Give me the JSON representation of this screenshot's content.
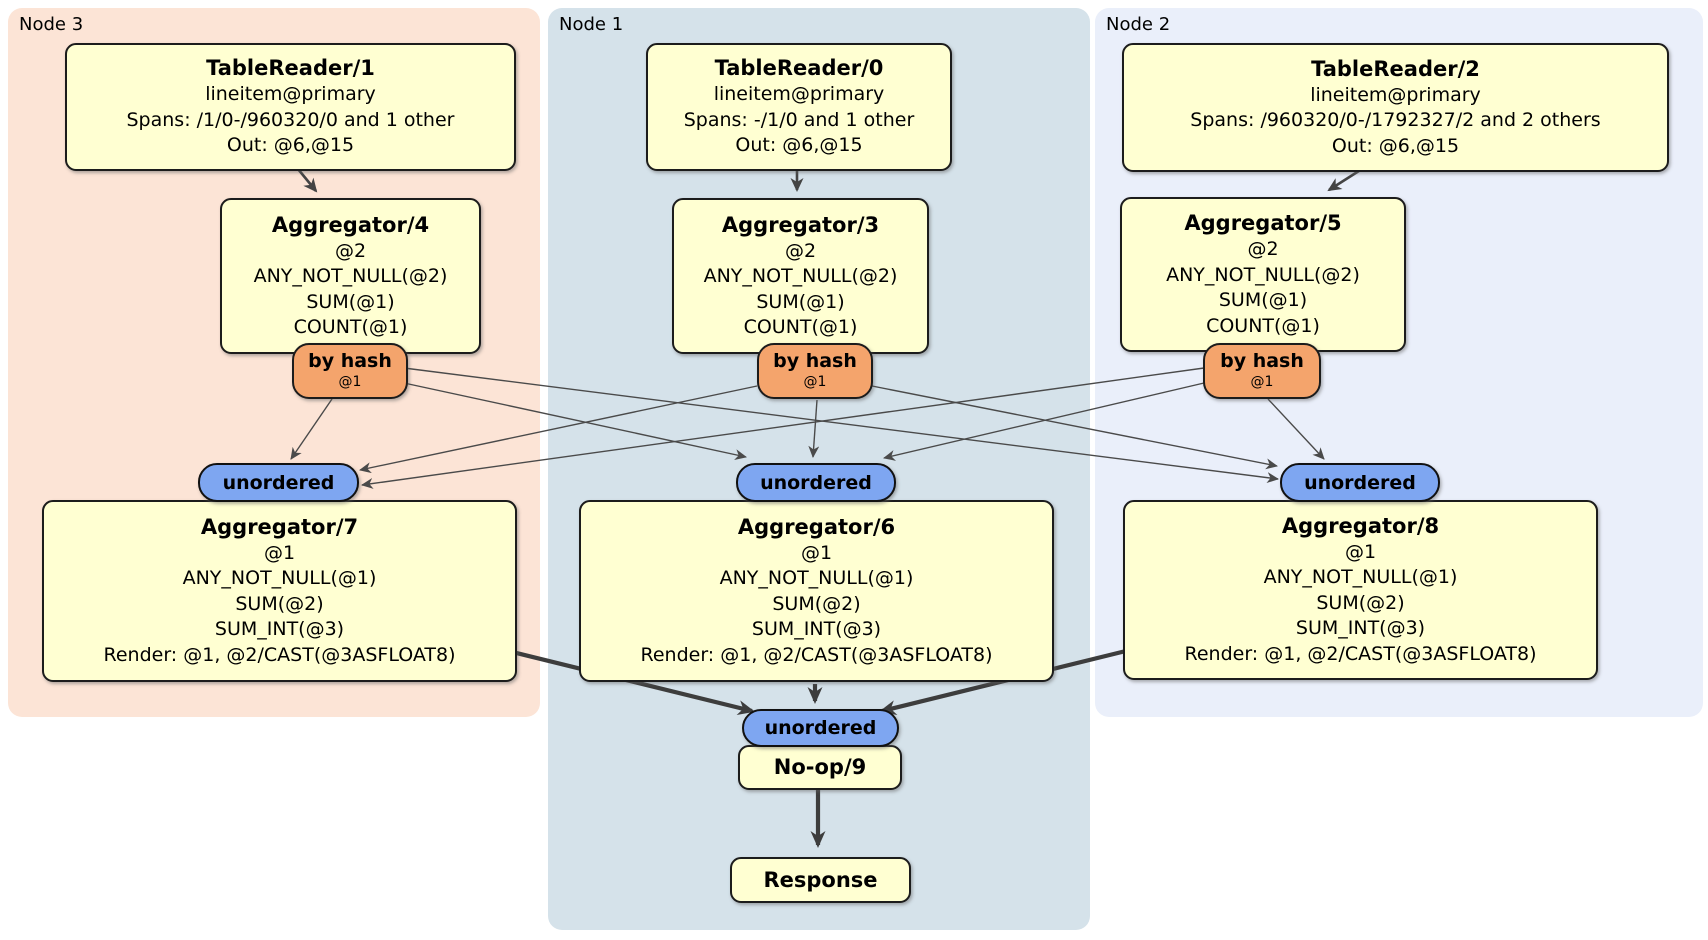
{
  "panels": [
    {
      "label": "Node 3"
    },
    {
      "label": "Node 1"
    },
    {
      "label": "Node 2"
    }
  ],
  "processors": {
    "tr1": {
      "title": "TableReader/1",
      "lines": [
        "lineitem@primary",
        "Spans: /1/0-/960320/0 and 1 other",
        "Out: @6,@15"
      ]
    },
    "tr0": {
      "title": "TableReader/0",
      "lines": [
        "lineitem@primary",
        "Spans: -/1/0 and 1 other",
        "Out: @6,@15"
      ]
    },
    "tr2": {
      "title": "TableReader/2",
      "lines": [
        "lineitem@primary",
        "Spans: /960320/0-/1792327/2 and 2 others",
        "Out: @6,@15"
      ]
    },
    "agg4": {
      "title": "Aggregator/4",
      "lines": [
        "@2",
        "ANY_NOT_NULL(@2)",
        "SUM(@1)",
        "COUNT(@1)"
      ]
    },
    "agg3": {
      "title": "Aggregator/3",
      "lines": [
        "@2",
        "ANY_NOT_NULL(@2)",
        "SUM(@1)",
        "COUNT(@1)"
      ]
    },
    "agg5": {
      "title": "Aggregator/5",
      "lines": [
        "@2",
        "ANY_NOT_NULL(@2)",
        "SUM(@1)",
        "COUNT(@1)"
      ]
    },
    "agg7": {
      "title": "Aggregator/7",
      "lines": [
        "@1",
        "ANY_NOT_NULL(@1)",
        "SUM(@2)",
        "SUM_INT(@3)",
        "Render: @1, @2/CAST(@3ASFLOAT8)"
      ]
    },
    "agg6": {
      "title": "Aggregator/6",
      "lines": [
        "@1",
        "ANY_NOT_NULL(@1)",
        "SUM(@2)",
        "SUM_INT(@3)",
        "Render: @1, @2/CAST(@3ASFLOAT8)"
      ]
    },
    "agg8": {
      "title": "Aggregator/8",
      "lines": [
        "@1",
        "ANY_NOT_NULL(@1)",
        "SUM(@2)",
        "SUM_INT(@3)",
        "Render: @1, @2/CAST(@3ASFLOAT8)"
      ]
    },
    "noop": {
      "title": "No-op/9"
    },
    "response": {
      "title": "Response"
    }
  },
  "router": {
    "label": "by hash",
    "sublabel": "@1"
  },
  "sync": {
    "label": "unordered"
  },
  "colors": {
    "node3_bg": "#fce4d6",
    "node1_bg": "#d5e2ea",
    "node2_bg": "#eaeffa",
    "box_bg": "#ffffd2",
    "box_border": "#1c1c1c",
    "router_bg": "#f4a46c",
    "sync_bg": "#7ea6f1",
    "edge_thin": "#4a4a4a",
    "edge_medium": "#444444",
    "edge_thick": "#3d3d3d"
  }
}
